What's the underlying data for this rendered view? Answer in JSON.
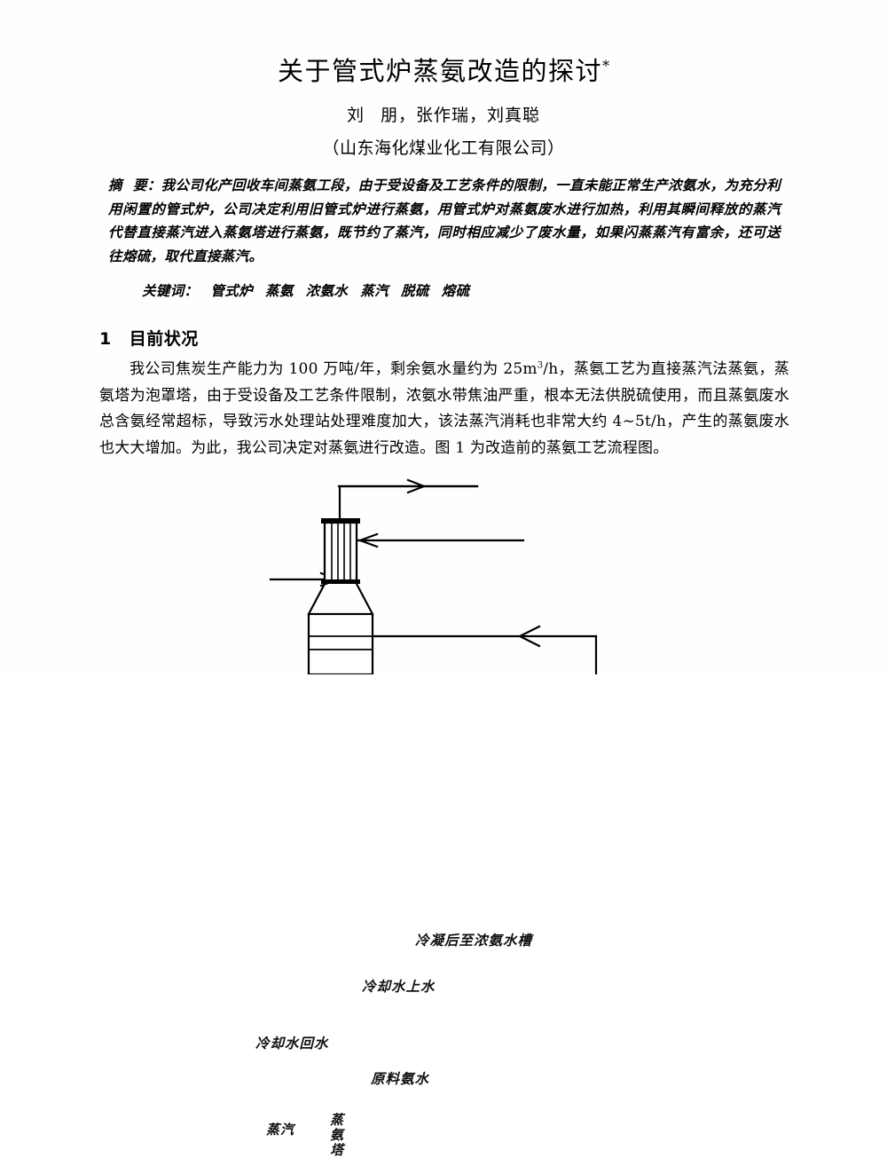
{
  "document": {
    "title_main": "关于管式炉蒸氨改造的探讨",
    "title_mark": "*",
    "authors_part1": "刘",
    "authors_part2": "朋，张作瑞，刘真聪",
    "affiliation": "（山东海化煤业化工有限公司）"
  },
  "abstract": {
    "lead_label": "摘",
    "lead_label2": "要：",
    "text": "我公司化产回收车间蒸氨工段，由于受设备及工艺条件的限制，一直未能正常生产浓氨水，为充分利用闲置的管式炉，公司决定利用旧管式炉进行蒸氨，用管式炉对蒸氨废水进行加热，利用其瞬间释放的蒸汽代替直接蒸汽进入蒸氨塔进行蒸氨，既节约了蒸汽，同时相应减少了废水量，如果闪蒸蒸汽有富余，还可送往熔硫，取代直接蒸汽。"
  },
  "keywords": {
    "label": "关键词：",
    "items": [
      "管式炉",
      "蒸氨",
      "浓氨水",
      "蒸汽",
      "脱硫",
      "熔硫"
    ]
  },
  "section": {
    "number": "1",
    "heading": "目前状况"
  },
  "body": {
    "p1_a": "我公司焦炭生产能力为 100 万吨/年，剩余氨水量约为 25m",
    "p1_sup": "3",
    "p1_b": "/h，蒸氨工艺为直接蒸汽法蒸氨，蒸氨塔为泡罩塔，由于受设备及工艺条件限制，浓氨水带焦油严重，根本无法供脱硫使用，而且蒸氨废水总含氨经常超标，导致污水处理站处理难度加大，该法蒸汽消耗也非常大约 4~5t/h，产生的蒸氨废水也大大增加。为此，我公司决定对蒸氨进行改造。图 1 为改造前的蒸氨工艺流程图。"
  },
  "figure": {
    "labels": {
      "condensate_to_tank": "冷凝后至浓氨水槽",
      "cooling_water_supply": "冷却水上水",
      "cooling_water_return": "冷却水回水",
      "raw_ammonia_liquor": "原料氨水",
      "steam": "蒸汽",
      "still_column": "蒸氨塔"
    }
  },
  "colors": {
    "ink": "#000000",
    "paper": "#ffffff"
  }
}
